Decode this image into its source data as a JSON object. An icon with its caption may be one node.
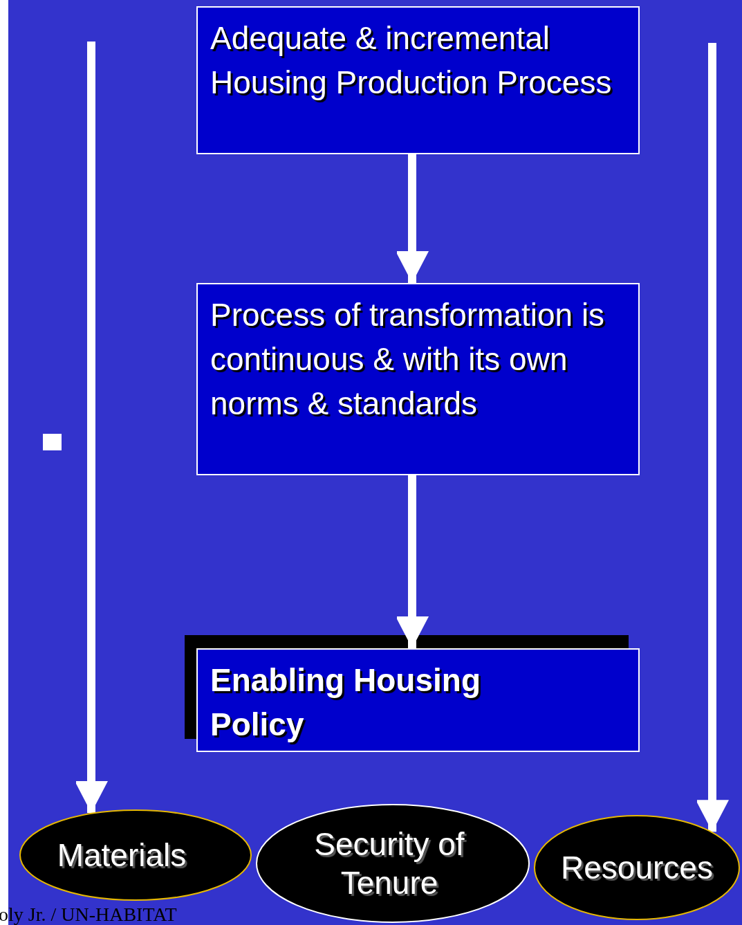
{
  "diagram": {
    "nodes": [
      {
        "text": [
          "Adequate & incremental Housing Production Process"
        ]
      },
      {
        "text": [
          "Process of transformation is continuous & with its own norms & standards"
        ]
      },
      {
        "text": [
          "Enabling Housing Policy"
        ]
      },
      {
        "text": [
          "Materials"
        ]
      },
      {
        "text": [
          "Security of Tenure"
        ]
      },
      {
        "text": [
          "Resources"
        ]
      }
    ],
    "edges": [
      {
        "from": 0,
        "to": 1,
        "arrow": "to"
      },
      {
        "from": 1,
        "to": 2,
        "arrow": "to"
      },
      {
        "from": null,
        "to": 3,
        "arrow": "to"
      },
      {
        "from": null,
        "to": 5,
        "arrow": "to"
      }
    ],
    "labels": [
      "oly Jr. / UN-HABITAT"
    ]
  }
}
